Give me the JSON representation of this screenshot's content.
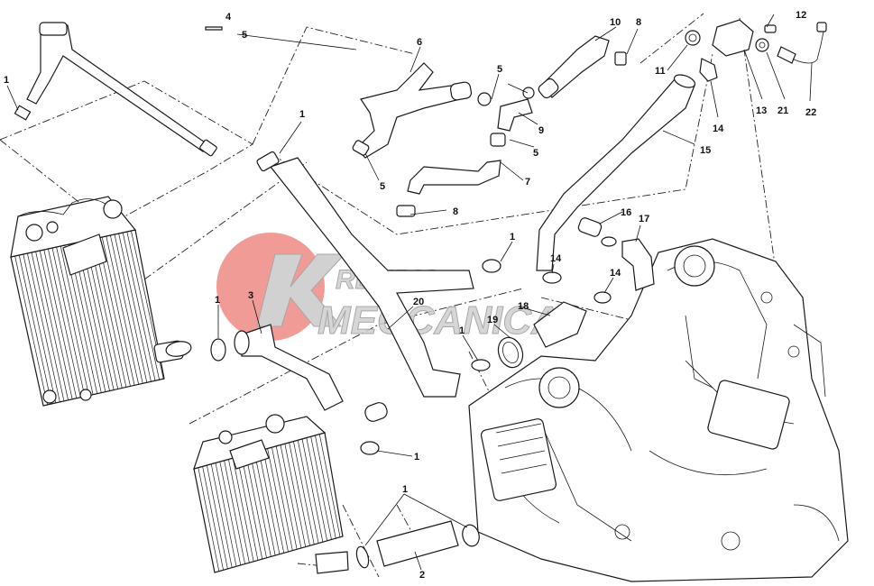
{
  "watermark": {
    "line1": "REUBIC",
    "line2": "MECCANICA",
    "color": "#e8483f"
  },
  "callouts": [
    {
      "id": "c4",
      "text": "4"
    },
    {
      "id": "c5a",
      "text": "5"
    },
    {
      "id": "c6",
      "text": "6"
    },
    {
      "id": "c10",
      "text": "10"
    },
    {
      "id": "c8a",
      "text": "8"
    },
    {
      "id": "c12",
      "text": "12"
    },
    {
      "id": "c1a",
      "text": "1"
    },
    {
      "id": "c5b",
      "text": "5"
    },
    {
      "id": "c11",
      "text": "11"
    },
    {
      "id": "c9",
      "text": "9"
    },
    {
      "id": "c14a",
      "text": "14"
    },
    {
      "id": "c13",
      "text": "13"
    },
    {
      "id": "c21",
      "text": "21"
    },
    {
      "id": "c22",
      "text": "22"
    },
    {
      "id": "c1b",
      "text": "1"
    },
    {
      "id": "c5c",
      "text": "5"
    },
    {
      "id": "c15",
      "text": "15"
    },
    {
      "id": "c7",
      "text": "7"
    },
    {
      "id": "c5d",
      "text": "5"
    },
    {
      "id": "c8b",
      "text": "8"
    },
    {
      "id": "c16",
      "text": "16"
    },
    {
      "id": "c17",
      "text": "17"
    },
    {
      "id": "c1c",
      "text": "1"
    },
    {
      "id": "c14b",
      "text": "14"
    },
    {
      "id": "c14c",
      "text": "14"
    },
    {
      "id": "c1d",
      "text": "1"
    },
    {
      "id": "c3",
      "text": "3"
    },
    {
      "id": "c20",
      "text": "20"
    },
    {
      "id": "c18",
      "text": "18"
    },
    {
      "id": "c19",
      "text": "19"
    },
    {
      "id": "c1e",
      "text": "1"
    },
    {
      "id": "c1f",
      "text": "1"
    },
    {
      "id": "c1g",
      "text": "1"
    },
    {
      "id": "c2",
      "text": "2"
    }
  ]
}
